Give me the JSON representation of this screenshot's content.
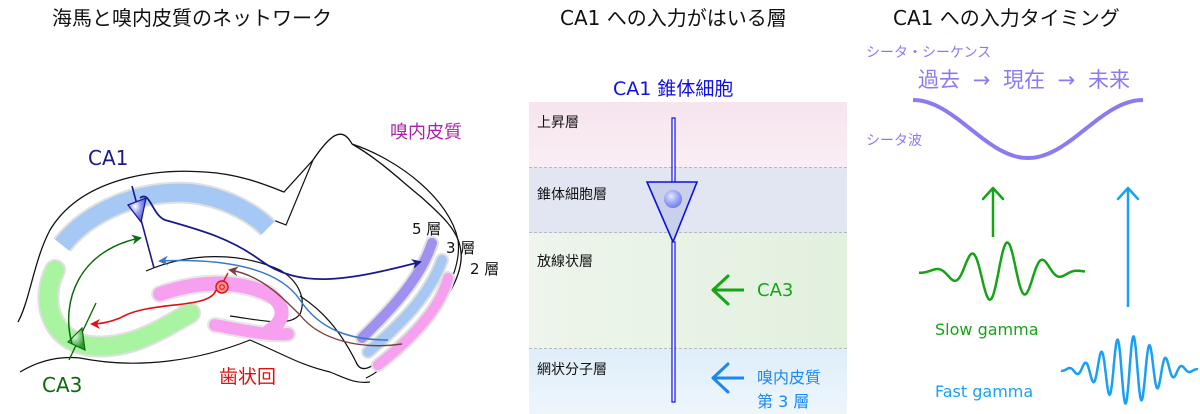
{
  "panel1": {
    "title": "海馬と嗅内皮質のネットワーク",
    "labels": {
      "ca1": "CA1",
      "ca3": "CA3",
      "dentate_gyrus": "歯状回",
      "entorhinal_cortex": "嗅内皮質",
      "layer5": "5 層",
      "layer3": "3 層",
      "layer2": "2 層"
    },
    "colors": {
      "ca1": "#1a1a8c",
      "ca3": "#0a6b0a",
      "dentate_gyrus": "#e01010",
      "entorhinal_cortex": "#aa22aa"
    }
  },
  "panel2": {
    "title": "CA1 への入力がはいる層",
    "cell_label": "CA1 錐体細胞",
    "layers": [
      {
        "name": "上昇層",
        "color": "#f9e8f0"
      },
      {
        "name": "錐体細胞層",
        "color": "#e4e6f2"
      },
      {
        "name": "放線状層",
        "color": "#e6f2e2"
      },
      {
        "name": "網状分子層",
        "color": "#e4f2fa"
      }
    ],
    "inputs": [
      {
        "label": "CA3",
        "color": "#16a516"
      },
      {
        "label_line1": "嗅内皮質",
        "label_line2": "第 3 層",
        "color": "#1a88f0"
      }
    ]
  },
  "panel3": {
    "title": "CA1 への入力タイミング",
    "theta_sequence_label": "シータ・シーケンス",
    "sequence": [
      "過去",
      "現在",
      "未来"
    ],
    "sequence_arrow": "→",
    "theta_wave_label": "シータ波",
    "slow_gamma_label": "Slow gamma",
    "fast_gamma_label": "Fast gamma",
    "colors": {
      "theta": "#8a7cf0",
      "slow_gamma": "#17a317",
      "fast_gamma": "#1aa0f0"
    }
  }
}
